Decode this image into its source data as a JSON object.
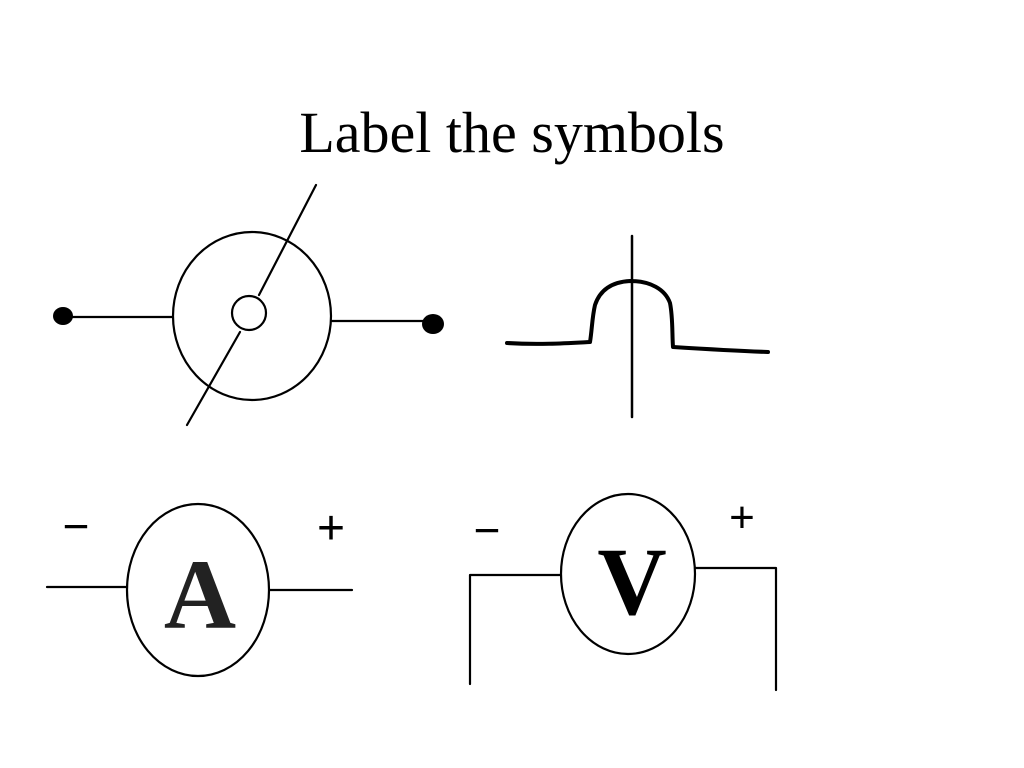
{
  "title": "Label the symbols",
  "colors": {
    "ink": "#000000",
    "background": "#ffffff",
    "letter_ammeter": "#222222"
  },
  "symbols": [
    {
      "icon": "variable-resistor-symbol-icon"
    },
    {
      "icon": "fuse-symbol-icon"
    },
    {
      "icon": "ammeter-symbol-icon",
      "letter": "A",
      "minus": "−",
      "plus": "+"
    },
    {
      "icon": "voltmeter-symbol-icon",
      "letter": "V",
      "minus": "−",
      "plus": "+"
    }
  ]
}
